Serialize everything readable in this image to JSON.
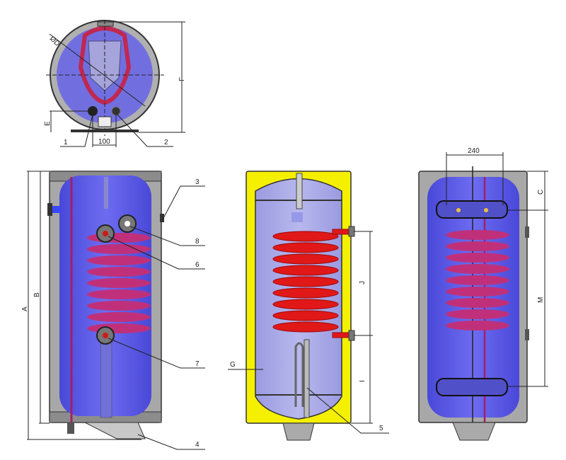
{
  "title": "Indirect water heater with heat exchanger coil - dimensional drawing",
  "colors": {
    "tank_fill": "#5b5ce8",
    "coil": "#c8286e",
    "coil_section": "#e01818",
    "insulation": "#f5f000",
    "casing": "#9a9a9a",
    "line": "#222222"
  },
  "views": {
    "top_view": {
      "name": "top view",
      "labels": {
        "diameter": "ØD",
        "height_F": "F",
        "height_E": "E",
        "spacing": "100",
        "callout_1": "1",
        "callout_2": "2"
      }
    },
    "front_view": {
      "name": "front view",
      "labels": {
        "A": "A",
        "B": "B",
        "callout_3": "3",
        "callout_4": "4",
        "callout_6": "6",
        "callout_7": "7",
        "callout_8": "8"
      }
    },
    "section_view": {
      "name": "cross-section view",
      "labels": {
        "J": "J",
        "I": "I",
        "G": "G",
        "callout_5": "5"
      }
    },
    "back_view": {
      "name": "back view",
      "labels": {
        "width_240": "240",
        "C": "C",
        "M": "M"
      }
    }
  }
}
